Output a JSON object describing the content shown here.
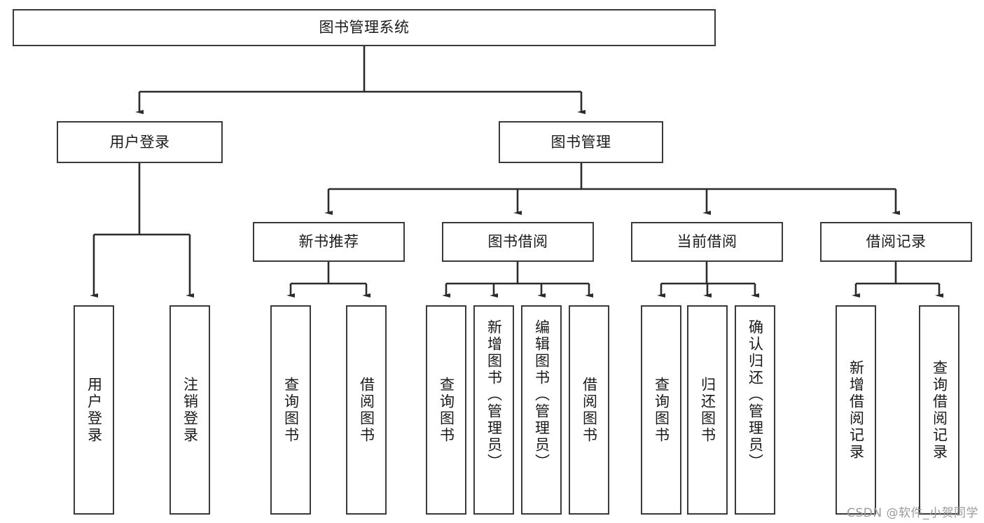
{
  "diagram": {
    "title": "图书管理系统",
    "type": "tree",
    "watermark": "CSDN @软件_小贺同学",
    "colors": {
      "box_border": "#3a3a3a",
      "box_fill": "#ffffff",
      "edge": "#2b2b2b",
      "text": "#1a1a1a",
      "watermark": "#9a9a9a",
      "background": "#ffffff"
    },
    "levels": {
      "root": {
        "label": "图书管理系统"
      },
      "level2": [
        {
          "label": "用户登录"
        },
        {
          "label": "图书管理"
        }
      ],
      "level3": [
        {
          "label": "新书推荐"
        },
        {
          "label": "图书借阅"
        },
        {
          "label": "当前借阅"
        },
        {
          "label": "借阅记录"
        }
      ],
      "leaves": {
        "user_login": [
          {
            "label": "用户登录"
          },
          {
            "label": "注销登录"
          }
        ],
        "new_book_recommend": [
          {
            "label": "查询图书"
          },
          {
            "label": "借阅图书"
          }
        ],
        "book_borrow": [
          {
            "label": "查询图书"
          },
          {
            "label": "新增图书（管理员）"
          },
          {
            "label": "编辑图书（管理员）"
          },
          {
            "label": "借阅图书"
          }
        ],
        "current_borrow": [
          {
            "label": "查询图书"
          },
          {
            "label": "归还图书"
          },
          {
            "label": "确认归还（管理员）"
          }
        ],
        "borrow_record": [
          {
            "label": "新增借阅记录"
          },
          {
            "label": "查询借阅记录"
          }
        ]
      }
    }
  },
  "chart_data": {
    "type": "table",
    "title": "图书管理系统",
    "nodes": [
      {
        "id": "root",
        "label": "图书管理系统",
        "level": 1,
        "parent": null
      },
      {
        "id": "user-login",
        "label": "用户登录",
        "level": 2,
        "parent": "root"
      },
      {
        "id": "book-manage",
        "label": "图书管理",
        "level": 2,
        "parent": "root"
      },
      {
        "id": "new-book",
        "label": "新书推荐",
        "level": 3,
        "parent": "book-manage"
      },
      {
        "id": "book-borrow",
        "label": "图书借阅",
        "level": 3,
        "parent": "book-manage"
      },
      {
        "id": "current-borrow",
        "label": "当前借阅",
        "level": 3,
        "parent": "book-manage"
      },
      {
        "id": "borrow-record",
        "label": "借阅记录",
        "level": 3,
        "parent": "book-manage"
      },
      {
        "id": "leaf-user-login",
        "label": "用户登录",
        "level": 4,
        "parent": "user-login"
      },
      {
        "id": "leaf-logout",
        "label": "注销登录",
        "level": 4,
        "parent": "user-login"
      },
      {
        "id": "leaf-query-book-1",
        "label": "查询图书",
        "level": 4,
        "parent": "new-book"
      },
      {
        "id": "leaf-borrow-book-1",
        "label": "借阅图书",
        "level": 4,
        "parent": "new-book"
      },
      {
        "id": "leaf-query-book-2",
        "label": "查询图书",
        "level": 4,
        "parent": "book-borrow"
      },
      {
        "id": "leaf-add-book",
        "label": "新增图书（管理员）",
        "level": 4,
        "parent": "book-borrow"
      },
      {
        "id": "leaf-edit-book",
        "label": "编辑图书（管理员）",
        "level": 4,
        "parent": "book-borrow"
      },
      {
        "id": "leaf-borrow-book-2",
        "label": "借阅图书",
        "level": 4,
        "parent": "book-borrow"
      },
      {
        "id": "leaf-query-book-3",
        "label": "查询图书",
        "level": 4,
        "parent": "current-borrow"
      },
      {
        "id": "leaf-return-book",
        "label": "归还图书",
        "level": 4,
        "parent": "current-borrow"
      },
      {
        "id": "leaf-confirm-return",
        "label": "确认归还（管理员）",
        "level": 4,
        "parent": "current-borrow"
      },
      {
        "id": "leaf-add-record",
        "label": "新增借阅记录",
        "level": 4,
        "parent": "borrow-record"
      },
      {
        "id": "leaf-query-record",
        "label": "查询借阅记录",
        "level": 4,
        "parent": "borrow-record"
      }
    ]
  }
}
